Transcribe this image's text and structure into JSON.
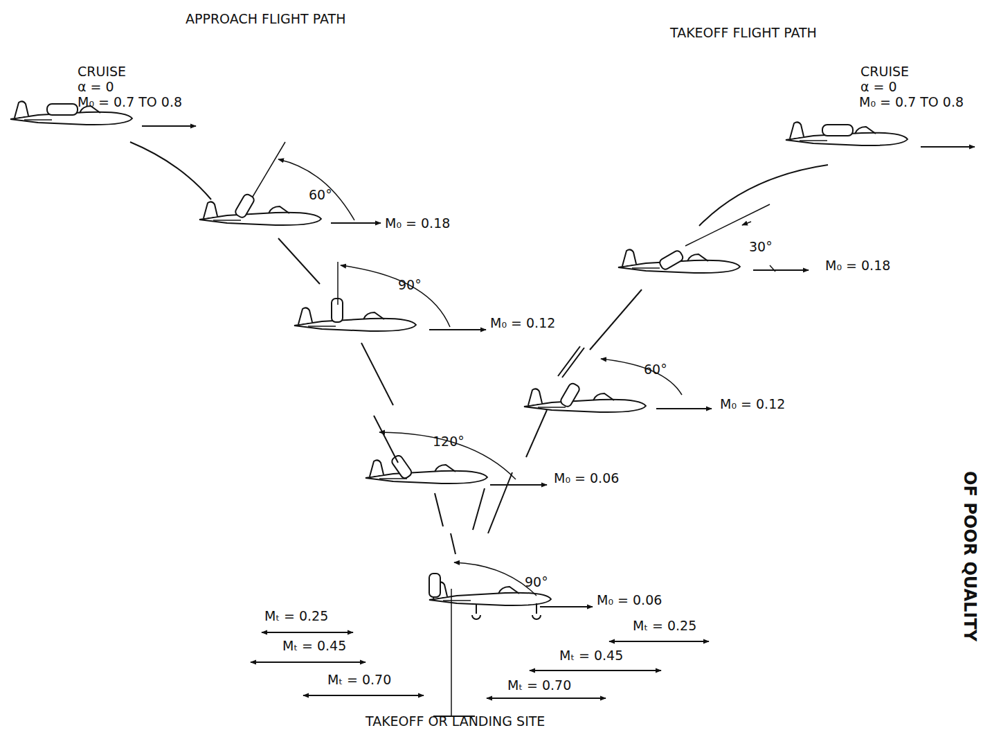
{
  "diagram": {
    "labels": [
      "APPROACH FLIGHT PATH",
      "TAKEOFF FLIGHT PATH",
      "CRUISE",
      "α = 0",
      "M₀ = 0.7 TO 0.8",
      "CRUISE",
      "α = 0",
      "M₀ = 0.7 TO 0.8",
      "60°",
      "M₀ = 0.18",
      "90°",
      "M₀ = 0.12",
      "120°",
      "M₀ = 0.06",
      "90°",
      "M₀ = 0.06",
      "30°",
      "M₀ = 0.18",
      "60°",
      "M₀ = 0.12",
      "Mₜ = 0.25",
      "Mₜ = 0.45",
      "Mₜ = 0.70",
      "Mₜ = 0.25",
      "Mₜ = 0.45",
      "Mₜ = 0.70",
      "TAKEOFF OR LANDING SITE",
      "OF POOR QUALITY"
    ]
  }
}
